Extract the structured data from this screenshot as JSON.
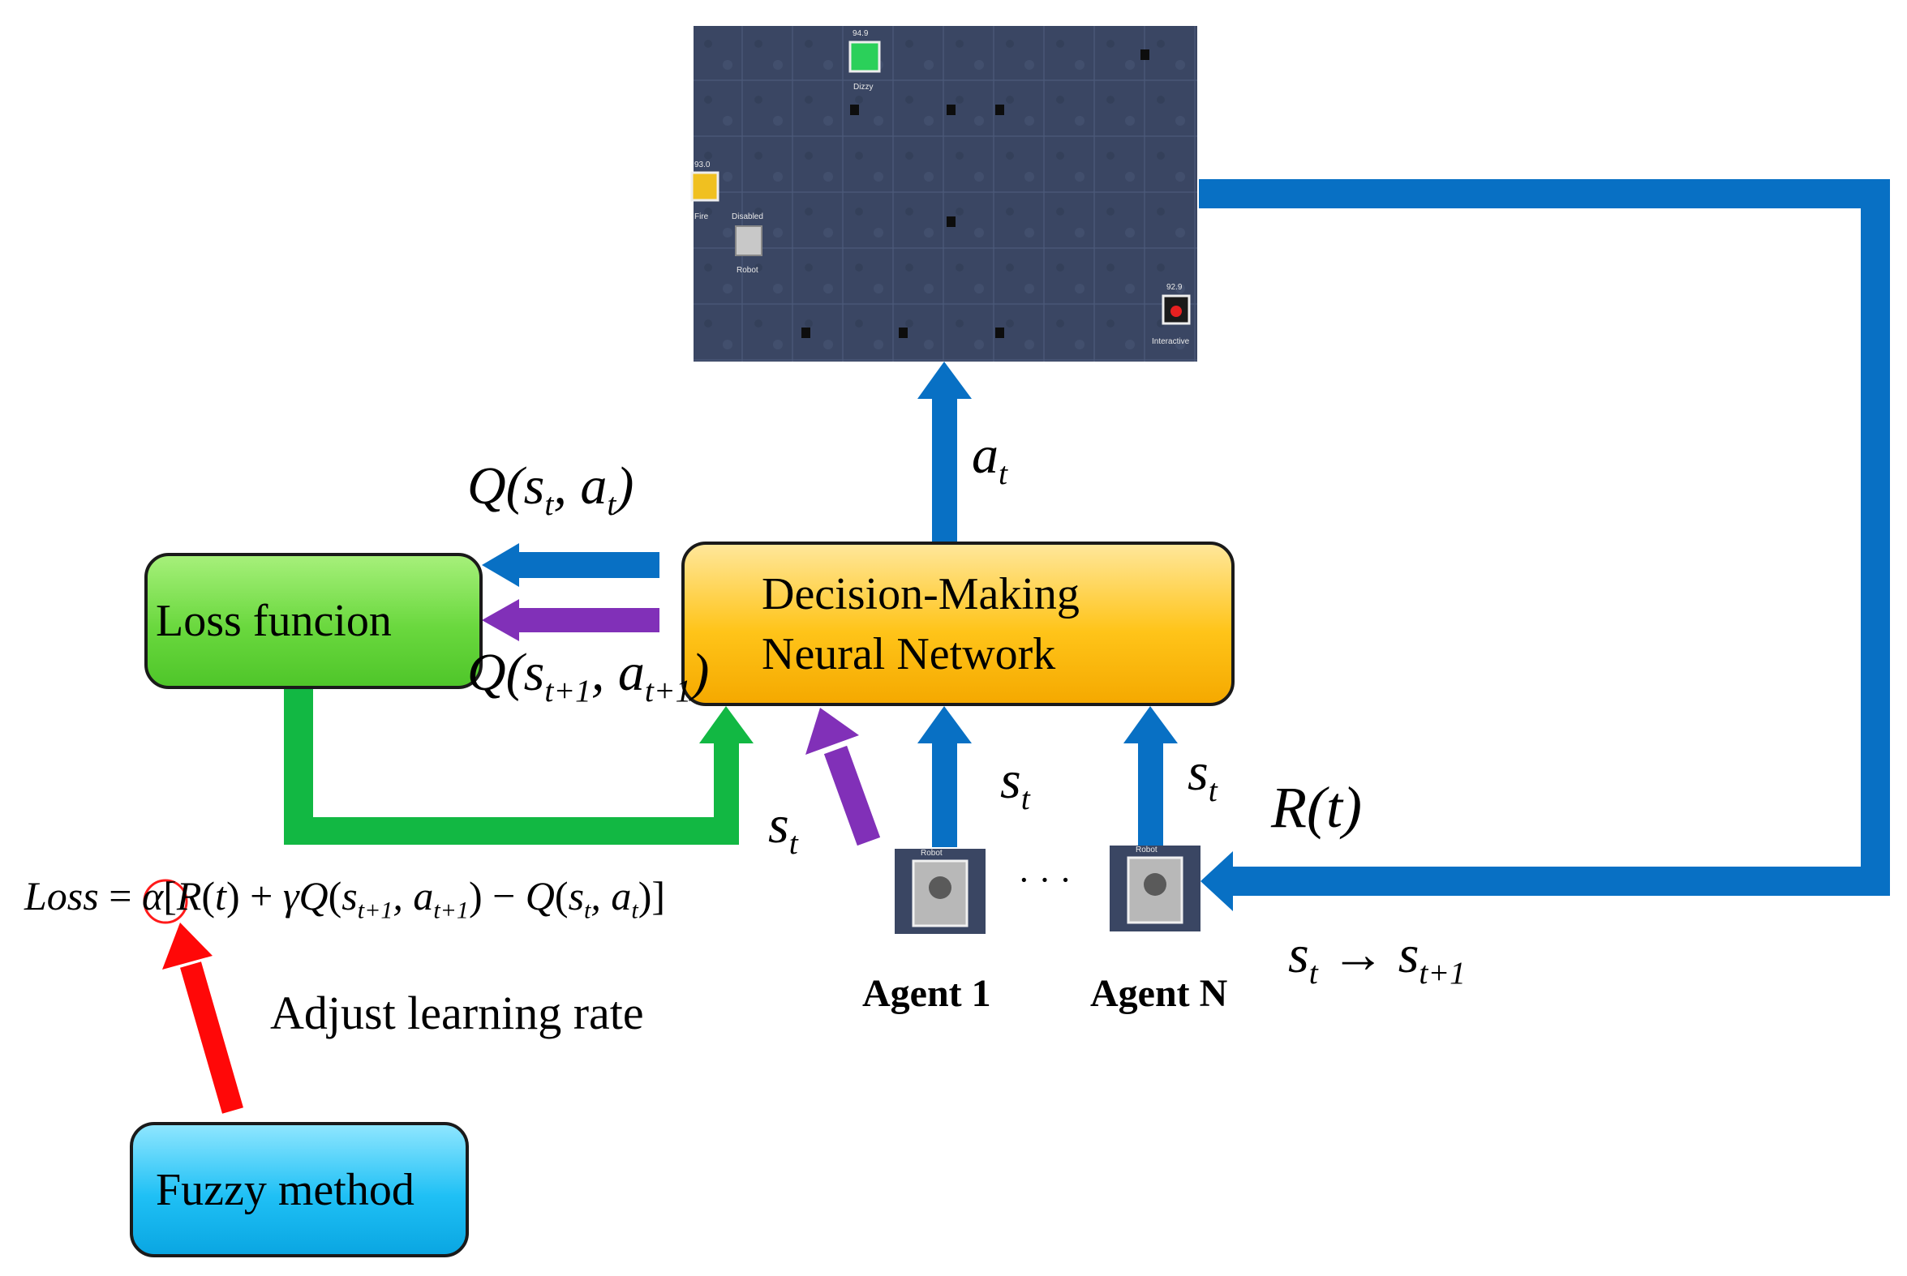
{
  "boxes": {
    "loss": "Loss funcion",
    "dmnn_line1": "Decision-Making",
    "dmnn_line2": "Neural Network",
    "fuzzy": "Fuzzy method"
  },
  "agents": {
    "agent1": "Agent 1",
    "agentN": "Agent N",
    "ellipsis": "· · ·"
  },
  "annotations": {
    "adjust": "Adjust learning rate"
  },
  "math": {
    "a": "a",
    "t": "t",
    "Q": "Q",
    "s": "s",
    "R": "R",
    "comma": ", ",
    "open": "(",
    "close": ")",
    "tp1": "t+1",
    "arrow": "→",
    "loss_word": "Loss",
    "eq": " = ",
    "alpha": "α",
    "lbr": "[",
    "rbr": "]",
    "plus": " + ",
    "gamma": "γ",
    "minus": " − "
  },
  "game_labels": {
    "l1": "94.9",
    "l2": "Dizzy",
    "l3": "93.0",
    "l4": "Fire",
    "l5": "Disabled",
    "l6": "Robot",
    "l7": "92.9",
    "l8": "Interactive",
    "l9": "Robot",
    "l10": "Robot"
  },
  "colors": {
    "blue": "#0870c4",
    "green": "#12b843",
    "purple": "#8130b8",
    "red": "#ff0808",
    "game_bg": "#3a4663"
  }
}
